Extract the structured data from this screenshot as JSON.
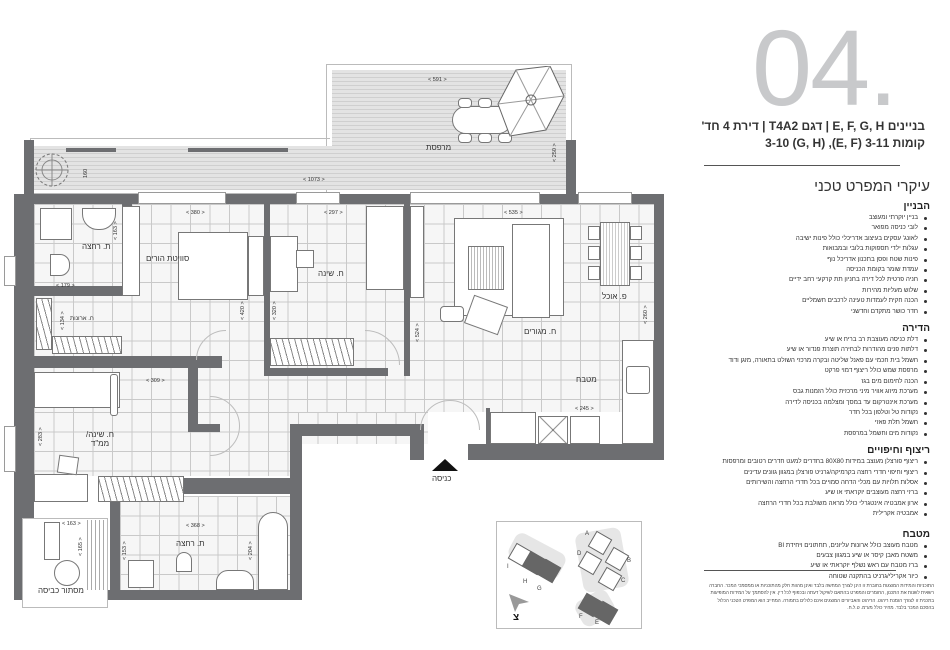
{
  "header": {
    "plan_number": "04.",
    "title_line1": "בניינים E, F, G, H | דגם T4A2 | דירת 4 חד'",
    "title_line2": "קומות 3-11 (E, F), 3-10 (G, H)"
  },
  "specs": {
    "heading": "עיקרי המפרט טכני",
    "sections": [
      {
        "title": "הבניין",
        "items": [
          "בניין יוקרתי ומעוצב",
          "לובי כניסה מפואר",
          "לאונג' עסקים בעיצוב אדריכלי כולל פינות ישיבה",
          "עגלות ילדי תספוקות בלובי ובמבואות",
          "פינות שטח ופסן בתכנון אדריכל נוף",
          "עמדת שומר בקומת הכניסה",
          "חניה פרטית לכל דירה בחניון תת קרקעי רחב ידיים",
          "שלוש מעליות מהירות",
          "הכנה חקית לעמדות טעינה לרכבים חשמליים",
          "חדר כושר מתקדם וחדשני"
        ]
      },
      {
        "title": "הדירה",
        "items": [
          "דלת כניסה מעוצבת רב בריח או שיע",
          "דלתות פנים מהודרות לבחירה תוצרת פנדור או שיע",
          "חשמל בית חכמי עם פאנל שליטה ובקרה מרכזי השולט בתאורה, מזגן ודוד",
          "מרפסת שמש כולל ריצוף דמוי פרקט",
          "הכנה לחימום מים בגז",
          "מערכת מיזוג אוויר מיני מרכזית כולל הזמנות גבס",
          "מערכת אינטרקום עד במסך ומצלמה בכניסה לדירה",
          "נקודות טל וטלפון בכל חדר",
          "חשמל תלת פאזי",
          "נקודות מים וחשמל במרפסת"
        ]
      },
      {
        "title": "ריצוף וחיפויים",
        "items": [
          "ריצוף פורצלן מעוצב במידות 80X80 בחדרים למעט חדרים רטובים ומרפסות",
          "ריצוף וחיפוי חדרי רחצה בקרמיקה/גרניט פורצלן במגוון גוונים עדינים",
          "אסלות תלויות עם מכלי הדחה סמויים בכל חדרי הרחצה והשירותים",
          "ברזי רחצה מעוצבים יוקראתי או שיע",
          "ארון אמבטיה אינטגרלי כולל מראה משולבת בכל חדרי הרחצה",
          "אמבטיה אקרילית"
        ]
      },
      {
        "title": "מטבח",
        "items": [
          "מטבח מעוצב כולל ארונות עליונים, תחתונים ויחידת BI",
          "משטח מאבן קיסר או שיע במגוון צבעים",
          "ברז מטבח עם ראש נשלף יוקראתי או שיע",
          "כיור אקרילי/גרניט בהתקנה שטוחה"
        ]
      }
    ]
  },
  "disclaimer": "התוכניות והמידות המוצגות בחוברת זו הינן לצורך המחשה בלבד ואינן מהוות חלק מהתוכניות או ממסמכי המכר. החברה רשאית לשנות את התכנון, החומרים והמפרט בהתאם לשיקול דעתה ובכפוף לכל דין. אין להסתמך על המידות המופיעות בתכנית זו לצורך הזמנת ריהוט. הריהוט והאביזרים המוצגים אינם כלולים בתמורה. המחייב הוא המפרט הטכני הכלול בהסכם המכר בלבד. מחיר כולל מע\"מ. ט.ל.ח.",
  "floorplan": {
    "rooms": {
      "balcony": "מרפסת",
      "master_suite": "סוויטת הורים",
      "master_bath": "ת. רחצה",
      "dressing": "ח. ארונות",
      "bedroom": "ח. שינה",
      "living": "ח. מגורים",
      "dining": "פ. אוכל",
      "kitchen": "מטבח",
      "bedroom_mamad_l1": "ח. שינה/",
      "bedroom_mamad_l2": "ממ\"ד",
      "bath2": "ת. רחצה",
      "laundry": "מסתור כביסה",
      "entrance": "כניסה"
    },
    "dimensions": {
      "balcony_w": "< 591 >",
      "balcony_long": "< 1073 >",
      "balcony_h": "< 250 >",
      "balcony_side": "160",
      "master_w": "< 380 >",
      "master_h": "< 420 >",
      "master_bath_w": "< 179 >",
      "master_bath_h": "< 163 >",
      "dressing_h": "< 134 >",
      "bedroom_w": "< 297 >",
      "bedroom_h": "< 320 >",
      "living_w": "< 535 >",
      "living_h": "< 524 >",
      "dining_h": "< 260 >",
      "kitchen_w": "< 245 >",
      "mamad_w": "< 309 >",
      "mamad_h": "< 283 >",
      "bath2_w": "< 368 >",
      "bath2_h": "< 153 >",
      "bath2_tub": "< 204 >",
      "laundry_w": "< 163 >",
      "laundry_h": "< 165 >"
    }
  },
  "keyplan": {
    "labels": [
      "A",
      "B",
      "C",
      "D",
      "E",
      "F",
      "G",
      "H",
      "I"
    ],
    "north_icon": "north-arrow-icon",
    "north_label": "צ"
  },
  "colors": {
    "wall": "#6d6e71",
    "title_number": "#c8c9cb",
    "tile_line": "#c9c9c9",
    "deck": "#e3e3e3"
  }
}
